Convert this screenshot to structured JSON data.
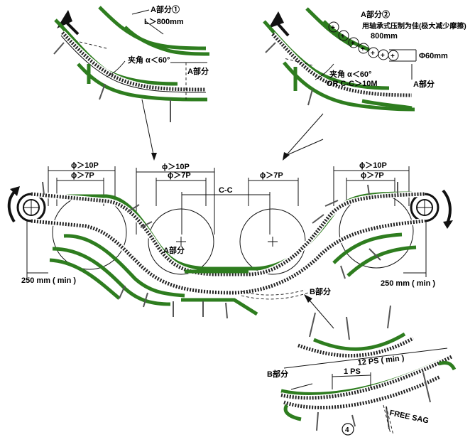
{
  "labels": {
    "a_part_1": "A部分①",
    "l_800": "L＞800mm",
    "angle_1": "夹角 α＜60°",
    "a_part_top_left": "A部分",
    "a_part_2": "A部分②",
    "bearing_note": "用轴承式压制为佳(极大减少摩擦)",
    "len_800": "800mm",
    "phi_60": "Φ60mm",
    "angle_2": "夹角 α＜60°",
    "or_cc": "OR C-C＞10M",
    "a_part_top_right": "A部分",
    "phi_10p_left": "ϕ＞10P",
    "phi_7p_left": "ϕ＞7P",
    "phi_10p_mid": "ϕ＞10P",
    "phi_7p_mid": "ϕ＞7P",
    "phi_7p_mid2": "ϕ＞7P",
    "phi_10p_right": "ϕ＞10P",
    "phi_7p_right": "ϕ＞7P",
    "cc": "C-C",
    "a_part_center": "A部分",
    "b_part_center": "B部分",
    "mm250_left": "250 mm ( min )",
    "mm250_right": "250 mm ( min )",
    "ps12": "12 PS ( min )",
    "ps1": "1 PS",
    "b_part_detail": "B部分",
    "free_sag": "FREE SAG",
    "circle_4": "4"
  },
  "colors": {
    "guide_green": "#2e7d1f",
    "chain_dark": "#222222"
  }
}
